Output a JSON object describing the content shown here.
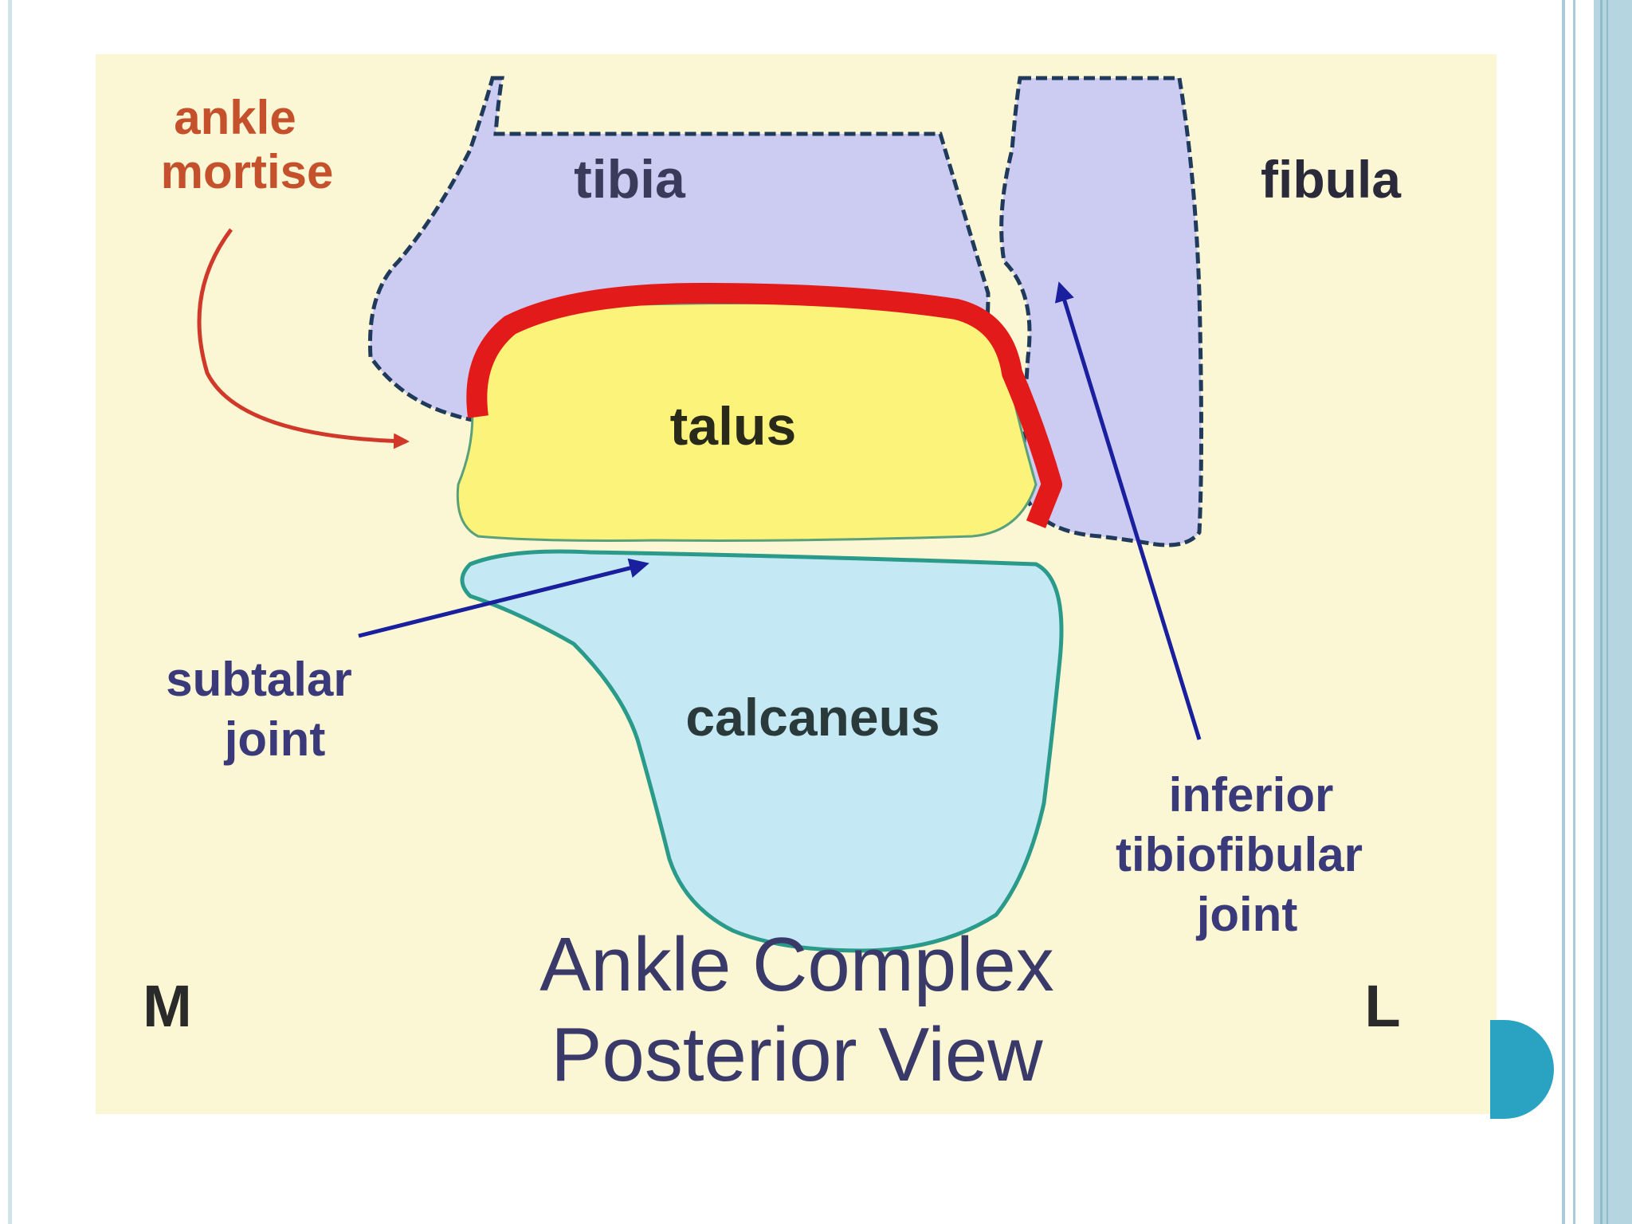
{
  "diagram": {
    "labels": {
      "ankle_mortise_line1": "ankle",
      "ankle_mortise_line2": "mortise",
      "tibia": "tibia",
      "fibula": "fibula",
      "talus": "talus",
      "calcaneus": "calcaneus",
      "subtalar_line1": "subtalar",
      "subtalar_line2": "joint",
      "inferior_line1": "inferior",
      "inferior_line2": "tibiofibular",
      "inferior_line3": "joint",
      "medial": "M",
      "lateral": "L"
    },
    "title": {
      "line1": "Ankle Complex",
      "line2": "Posterior View"
    }
  },
  "colors": {
    "background": "#fbf6d3",
    "tibia_fibula_fill": "#cccbf1",
    "talus_fill": "#fcf47a",
    "calcaneus_fill": "#c4e8f4",
    "mortise_red": "#e31a1a",
    "arrow_blue": "#1a1f9e",
    "label_red": "#c4502c",
    "label_blue": "#3a3a7a",
    "label_dark": "#222222",
    "slide_accent": "#2aa3c3",
    "slide_frame": "#a9ccd8"
  }
}
